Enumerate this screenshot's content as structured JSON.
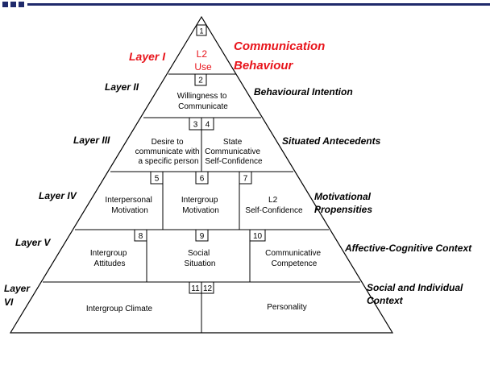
{
  "layers": [
    {
      "left": "Layer I",
      "right": [
        "Communication",
        "Behaviour"
      ]
    },
    {
      "left": "Layer II",
      "right": [
        "Behavioural Intention"
      ]
    },
    {
      "left": "Layer III",
      "right": [
        "Situated Antecedents"
      ]
    },
    {
      "left": "Layer IV",
      "right": [
        "Motivational",
        "Propensities"
      ]
    },
    {
      "left": "Layer V",
      "right": [
        "Affective-Cognitive Context"
      ]
    },
    {
      "left_lines": [
        "Layer",
        "VI"
      ],
      "right": [
        "Social and Individual",
        "Context"
      ]
    }
  ],
  "boxes": [
    {
      "num": "1",
      "text": [
        "L2",
        "Use"
      ]
    },
    {
      "num": "2",
      "text": [
        "Willingness to",
        "Communicate"
      ]
    },
    {
      "num": "3",
      "text": [
        "Desire to",
        "communicate with",
        "a specific person"
      ]
    },
    {
      "num": "4",
      "text": [
        "State",
        "Communicative",
        "Self-Confidence"
      ]
    },
    {
      "num": "5",
      "text": [
        "Interpersonal",
        "Motivation"
      ]
    },
    {
      "num": "6",
      "text": [
        "Intergroup",
        "Motivation"
      ]
    },
    {
      "num": "7",
      "text": [
        "L2",
        "Self-Confidence"
      ]
    },
    {
      "num": "8",
      "text": [
        "Intergroup",
        "Attitudes"
      ]
    },
    {
      "num": "9",
      "text": [
        "Social",
        "Situation"
      ]
    },
    {
      "num": "10",
      "text": [
        "Communicative",
        "Competence"
      ]
    },
    {
      "num": "11",
      "text": [
        "Intergroup Climate"
      ]
    },
    {
      "num": "12",
      "text": [
        "Personality"
      ]
    }
  ],
  "colors": {
    "accent": "#e8141b",
    "line": "#000000",
    "text": "#000000",
    "bar": "#1f2a6b"
  }
}
